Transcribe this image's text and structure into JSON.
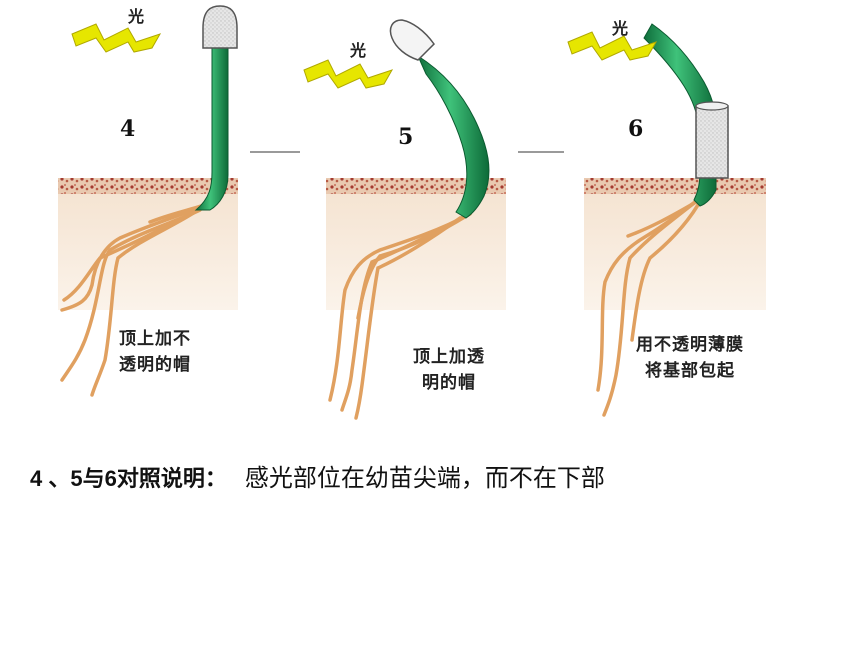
{
  "light_label": "光",
  "panels": [
    {
      "number": "4",
      "caption_line1": "顶上加不",
      "caption_line2": "透明的帽"
    },
    {
      "number": "5",
      "caption_line1": "顶上加透",
      "caption_line2": "明的帽"
    },
    {
      "number": "6",
      "caption_line1": "用不透明薄膜",
      "caption_line2": "将基部包起"
    }
  ],
  "conclusion": {
    "label": "4 、5与6对照说明：",
    "text": "感光部位在幼苗尖端，而不在下部"
  },
  "colors": {
    "stem_green": "#1f9a5a",
    "root_orange": "#e8a45c",
    "soil": "#f6e8d8",
    "soil_top": "#a84a3a",
    "light_yellow": "#e8e800",
    "cap_gray": "#d8d8d8"
  }
}
